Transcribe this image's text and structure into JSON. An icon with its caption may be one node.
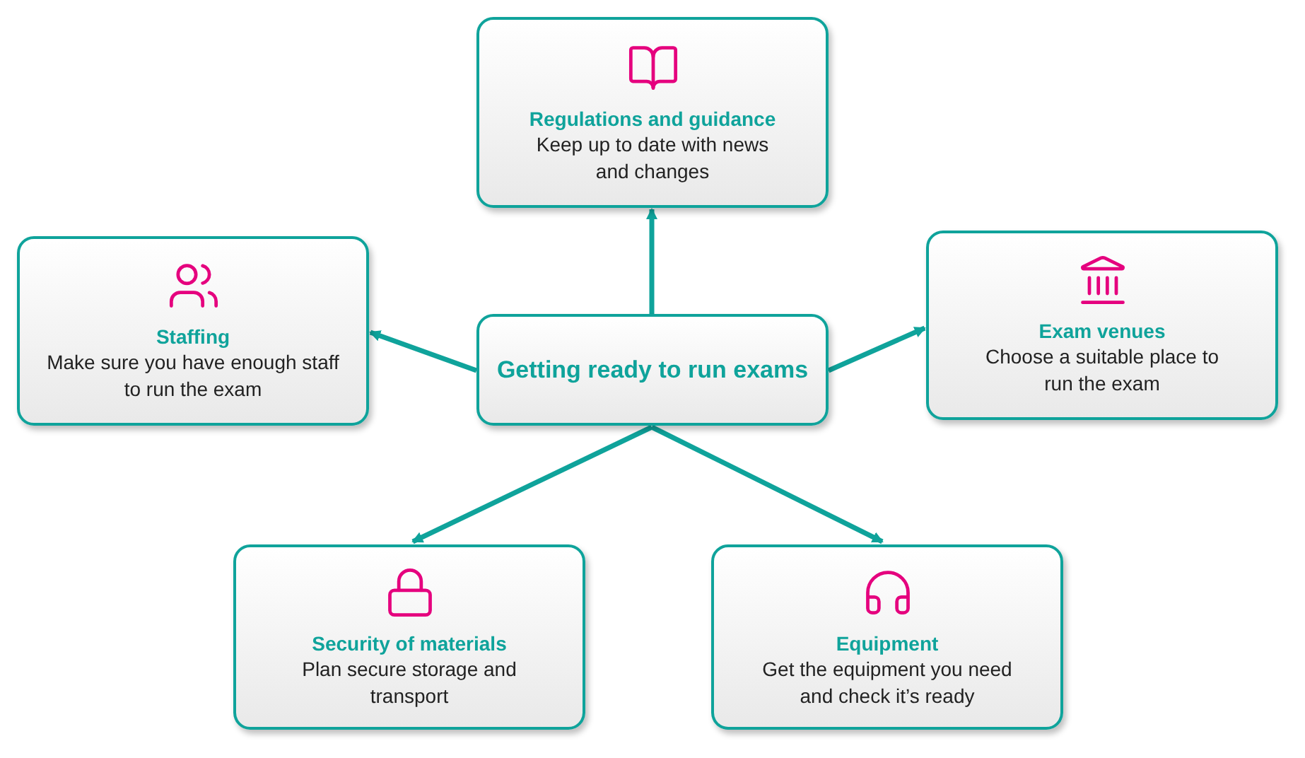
{
  "diagram": {
    "nodes": [
      {
        "text": [
          "Getting ready to run exams"
        ]
      },
      {
        "text": [
          "Regulations and guidance",
          "Keep up to date with news and changes"
        ]
      },
      {
        "text": [
          "Staffing",
          "Make sure you have enough staff to run the exam"
        ]
      },
      {
        "text": [
          "Exam venues",
          "Choose a suitable place to run the exam"
        ]
      },
      {
        "text": [
          "Security of materials",
          "Plan secure storage and transport"
        ]
      },
      {
        "text": [
          "Equipment",
          "Get the equipment you need and check it’s ready"
        ]
      }
    ],
    "edges": [
      {
        "from": 0,
        "to": 1,
        "arrow": "to"
      },
      {
        "from": 0,
        "to": 2,
        "arrow": "to"
      },
      {
        "from": 0,
        "to": 3,
        "arrow": "to"
      },
      {
        "from": 0,
        "to": 4,
        "arrow": "to"
      },
      {
        "from": 0,
        "to": 5,
        "arrow": "to"
      }
    ]
  }
}
